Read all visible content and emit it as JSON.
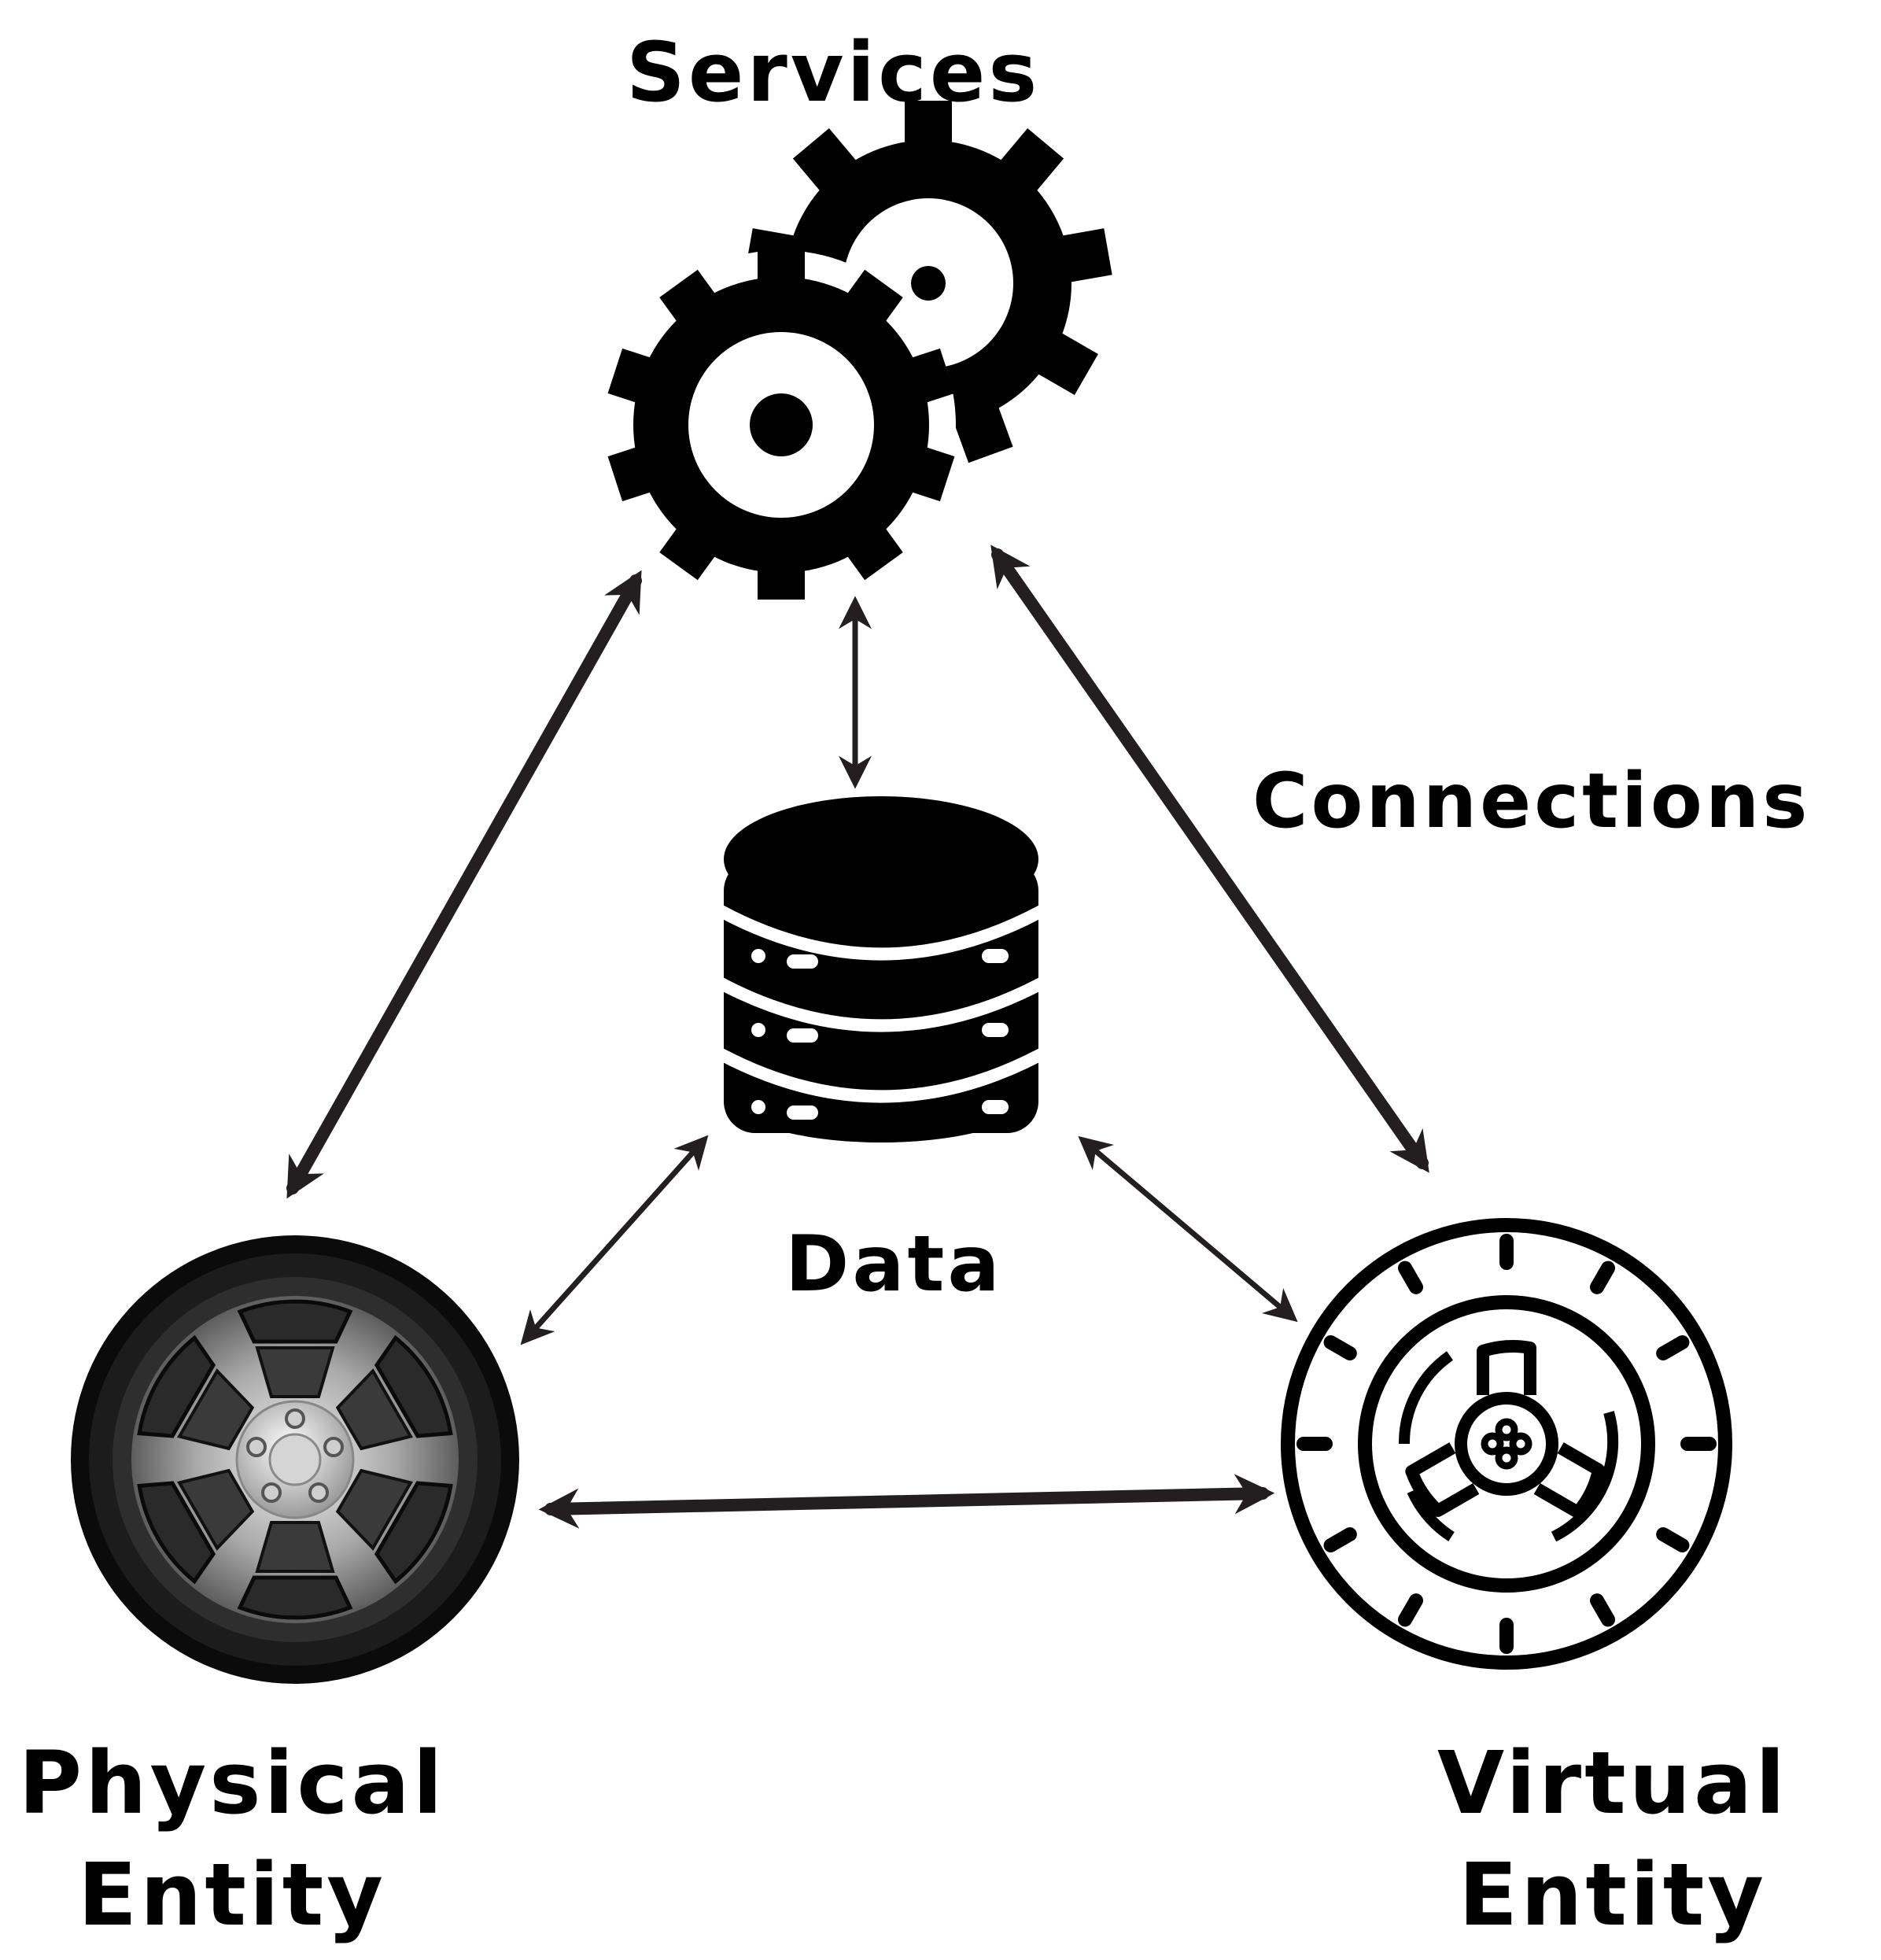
{
  "diagram": {
    "services": "Services",
    "connections": "Connections",
    "data": "Data",
    "physical_entity": {
      "line1": "Physical",
      "line2": "Entity"
    },
    "virtual_entity": {
      "line1": "Virtual",
      "line2": "Entity"
    }
  },
  "icons": {
    "services": "gears-icon",
    "data": "database-icon",
    "physical_entity": "car-wheel-icon",
    "virtual_entity": "wheel-outline-icon"
  },
  "colors": {
    "ink": "#000000",
    "arrow": "#231f20",
    "background": "#ffffff"
  }
}
